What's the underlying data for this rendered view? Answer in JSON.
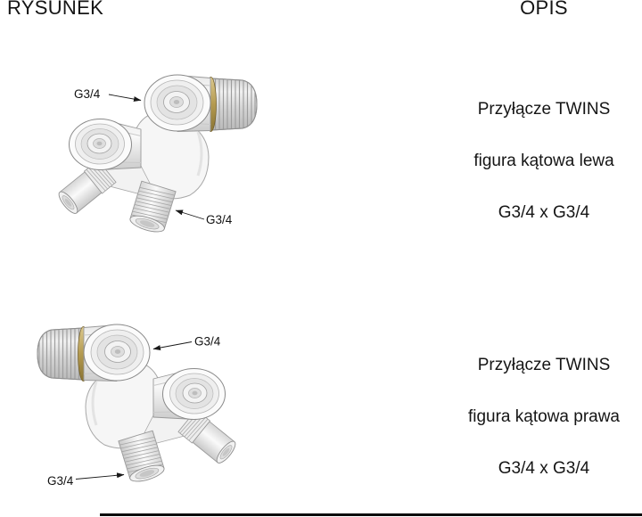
{
  "header": {
    "drawing_col": "RYSUNEK",
    "description_col": "OPIS"
  },
  "figures": [
    {
      "id": "twins-connection-angular-left",
      "labels": {
        "label1": "G3/4",
        "label2": "G3/4"
      },
      "description": {
        "line1": "Przyłącze TWINS",
        "line2": "figura kątowa lewa",
        "line3": "G3/4 x G3/4"
      }
    },
    {
      "id": "twins-connection-angular-right",
      "labels": {
        "label1": "G3/4",
        "label2": "G3/4"
      },
      "description": {
        "line1": "Przyłącze TWINS",
        "line2": "figura kątowa prawa",
        "line3": "G3/4 x G3/4"
      }
    }
  ],
  "colors": {
    "background": "#ffffff",
    "text": "#151515",
    "brass_ring": "#b49a50",
    "metal_light": "#f6f6f6",
    "outline": "#9a9a9a"
  }
}
